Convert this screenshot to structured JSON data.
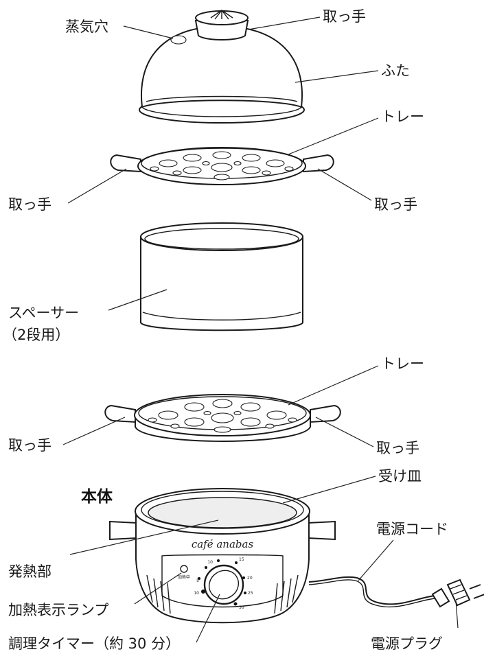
{
  "labels": {
    "steam_hole": "蒸気穴",
    "lid_handle": "取っ手",
    "lid": "ふた",
    "tray": "トレー",
    "handle": "取っ手",
    "spacer_line1": "スペーサー",
    "spacer_line2": "（2段用）",
    "main_body": "本体",
    "drip_tray": "受け皿",
    "power_cord": "電源コード",
    "heating_part": "発熱部",
    "heat_lamp": "加熱表示ランプ",
    "timer": "調理タイマー（約 30 分）",
    "power_plug": "電源プラグ"
  },
  "product": {
    "brand": "café anabas",
    "lamp_text": "加熱中",
    "dial_numbers": [
      "5",
      "10",
      "15",
      "20",
      "25",
      "30",
      "10"
    ]
  }
}
